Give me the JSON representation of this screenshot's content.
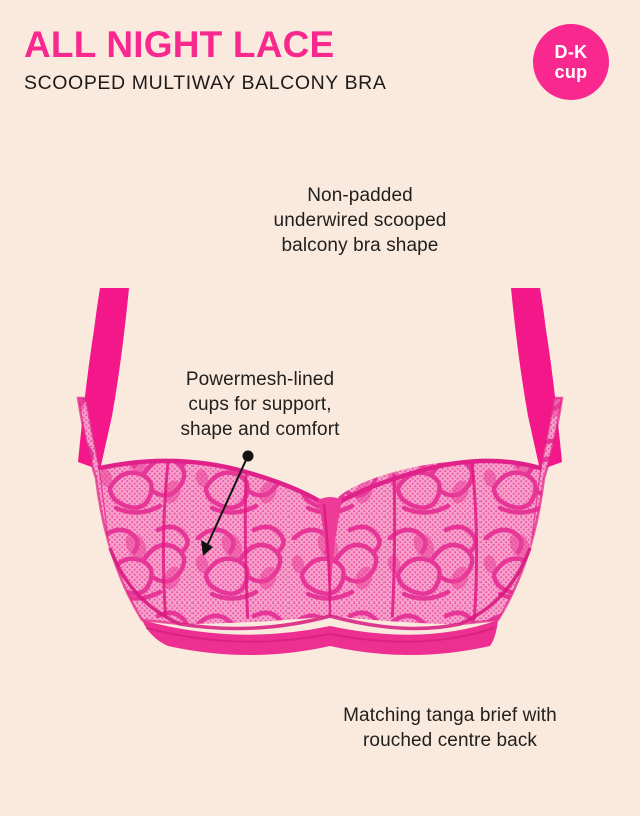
{
  "header": {
    "title": "ALL NIGHT LACE",
    "subtitle": "SCOOPED MULTIWAY BALCONY BRA",
    "badge": {
      "line1": "D-K",
      "line2": "cup"
    }
  },
  "annotations": {
    "shape": {
      "line1": "Non-padded",
      "line2": "underwired scooped",
      "line3": "balcony bra shape"
    },
    "powermesh": {
      "line1": "Powermesh-lined",
      "line2": "cups for support,",
      "line3": "shape and comfort"
    },
    "brief": {
      "line1": "Matching tanga brief with",
      "line2": "rouched centre back"
    }
  },
  "colors": {
    "background": "#faeade",
    "brand_pink": "#f8288e",
    "strap_pink": "#f4178a",
    "lace_pink": "#f0439b",
    "lace_light": "#f77cbb",
    "text_dark": "#22201f",
    "leader_line": "#111111"
  },
  "product": {
    "name": "pink-lace-balcony-bra",
    "parts": [
      "left-strap",
      "right-strap",
      "left-wing",
      "right-wing",
      "left-cup",
      "right-cup",
      "centre-gore",
      "underband"
    ]
  }
}
